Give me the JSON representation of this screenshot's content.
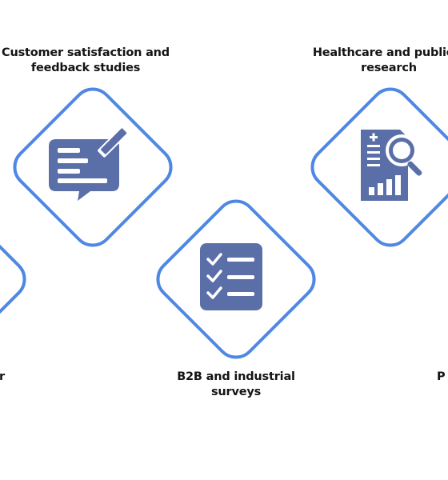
{
  "items": {
    "customer": {
      "line1": "Customer satisfaction and",
      "line2": "feedback studies",
      "icon": "feedback-chat-icon"
    },
    "healthcare": {
      "line1": "Healthcare and public p",
      "line2": "research",
      "icon": "report-analysis-icon"
    },
    "b2b": {
      "line1": "B2B and industrial",
      "line2": "surveys",
      "icon": "checklist-icon"
    },
    "left_partial": {
      "line1": "r"
    },
    "right_partial": {
      "line1": "P"
    }
  },
  "colors": {
    "outline": "#4f88e3",
    "icon_fill": "#5a6fa8",
    "text": "#141414"
  }
}
